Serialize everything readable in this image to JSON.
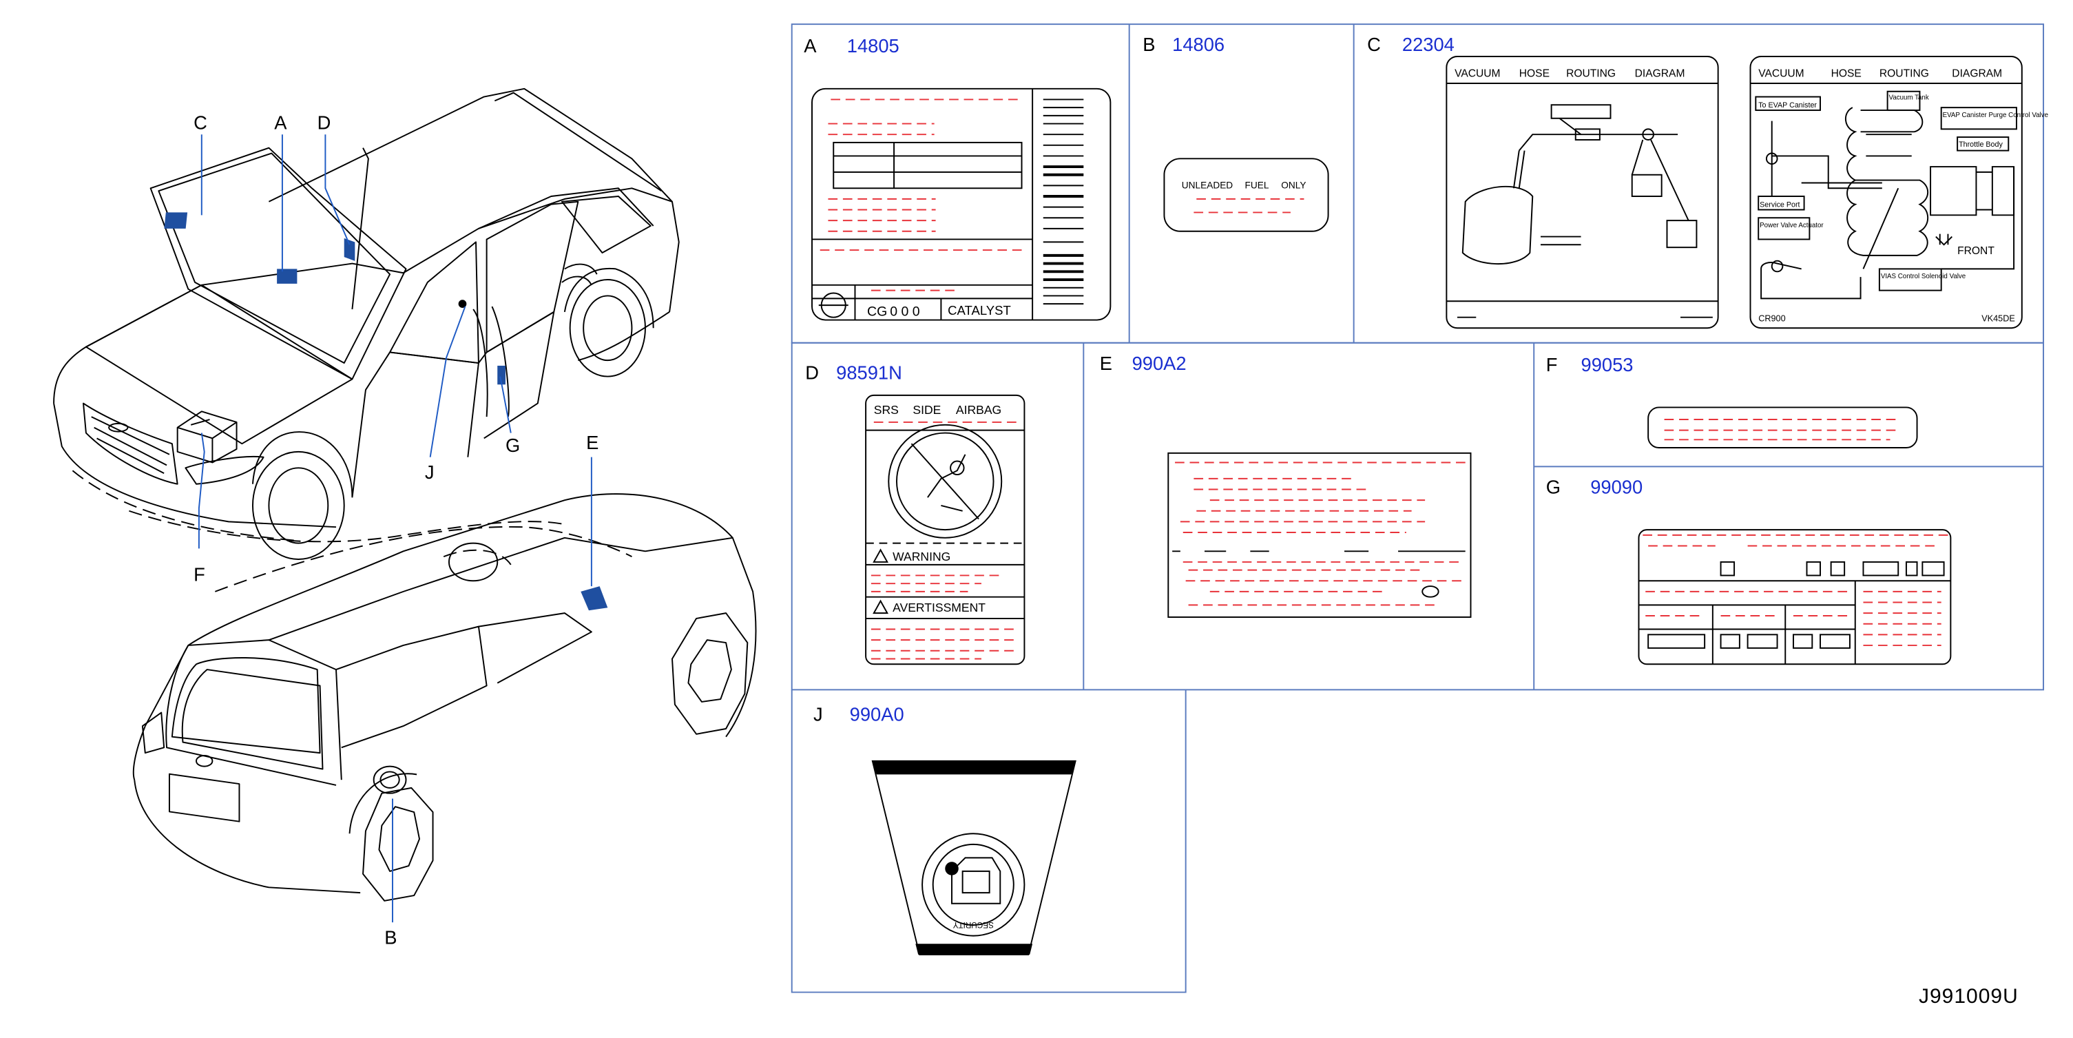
{
  "callouts": {
    "C": "C",
    "A": "A",
    "D": "D",
    "J": "J",
    "G": "G",
    "F": "F",
    "E": "E",
    "B": "B"
  },
  "panels": {
    "A": {
      "letter": "A",
      "number": "14805",
      "cg": "CG",
      "cg_digits": "0 0 0",
      "catalyst": "CATALYST"
    },
    "B": {
      "letter": "B",
      "number": "14806",
      "w1": "UNLEADED",
      "w2": "FUEL",
      "w3": "ONLY"
    },
    "C": {
      "letter": "C",
      "number": "22304",
      "h1": "VACUUM",
      "h2": "HOSE",
      "h3": "ROUTING",
      "h4": "DIAGRAM",
      "to_evap": "To EVAP Canister",
      "vacuum_tank": "Vacuum Tank",
      "evap_purge": "EVAP Canister Purge Control Valve",
      "throttle": "Throttle Body",
      "service_port": "Service Port",
      "power_valve": "Power Valve Actuator",
      "front": "FRONT",
      "vias": "VIAS Control Solenoid Valve",
      "code_left": "CR900",
      "code_right": "VK45DE"
    },
    "D": {
      "letter": "D",
      "number": "98591N",
      "w1": "SRS",
      "w2": "SIDE",
      "w3": "AIRBAG",
      "warning": "WARNING",
      "avert": "AVERTISSMENT"
    },
    "E": {
      "letter": "E",
      "number": "990A2"
    },
    "F": {
      "letter": "F",
      "number": "99053"
    },
    "G": {
      "letter": "G",
      "number": "99090"
    },
    "J": {
      "letter": "J",
      "number": "990A0",
      "curved": "SECURITY"
    }
  },
  "diagram_code": "J991009U",
  "colors": {
    "accent_blue": "#1a2fd0",
    "label_red": "#e8333a",
    "plate_blue": "#1f4fa0",
    "frame_blue": "#5a7bbf"
  }
}
